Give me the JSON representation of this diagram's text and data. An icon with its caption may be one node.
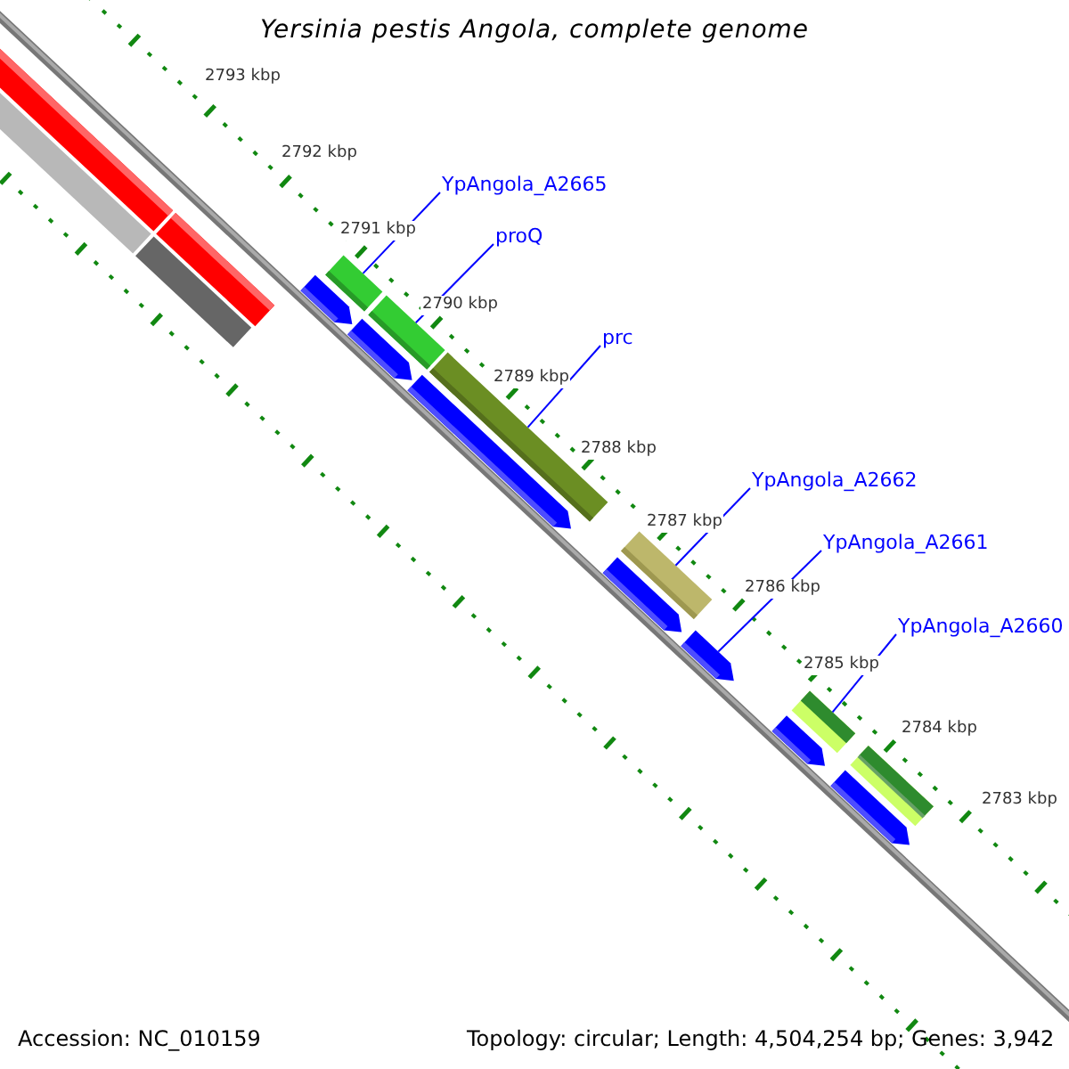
{
  "diagram": {
    "title": "Yersinia pestis Angola, complete genome",
    "nodes": [
      {
        "text": [
          "YpAngola_A2665"
        ]
      },
      {
        "text": [],
        "shape": "bar"
      },
      {
        "text": [
          "proQ"
        ]
      },
      {
        "text": [],
        "shape": "bar"
      },
      {
        "text": [
          "prc"
        ]
      },
      {
        "text": [],
        "shape": "bar"
      },
      {
        "text": [
          "YpAngola_A2662"
        ]
      },
      {
        "text": [],
        "shape": "bar"
      },
      {
        "text": [
          "YpAngola_A2661"
        ]
      },
      {
        "text": [],
        "shape": "arrow"
      },
      {
        "text": [
          "YpAngola_A2660"
        ]
      },
      {
        "text": [],
        "shape": "bar"
      }
    ],
    "edges": [
      {
        "from": 0,
        "to": 1,
        "arrow": "none"
      },
      {
        "from": 2,
        "to": 3,
        "arrow": "none"
      },
      {
        "from": 4,
        "to": 5,
        "arrow": "none"
      },
      {
        "from": 6,
        "to": 7,
        "arrow": "none"
      },
      {
        "from": 8,
        "to": 9,
        "arrow": "none"
      },
      {
        "from": 10,
        "to": 11,
        "arrow": "none"
      }
    ],
    "labels": [
      "2793 kbp",
      "2792 kbp",
      "2791 kbp",
      "2790 kbp",
      "2789 kbp",
      "2788 kbp",
      "2787 kbp",
      "2786 kbp",
      "2785 kbp",
      "2784 kbp",
      "2783 kbp",
      "Accession: NC_010159",
      "Topology: circular; Length: 4,504,254 bp; Genes: 3,942"
    ]
  }
}
